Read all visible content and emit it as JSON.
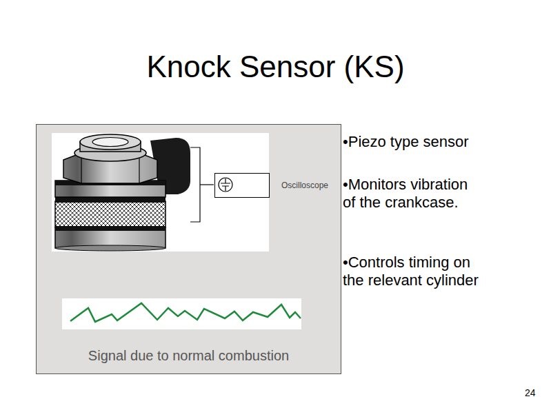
{
  "diagram": {
    "title": "Knock Sensor (KS)",
    "nodes": [
      {
        "text": [
          "Signal due to normal combustion"
        ]
      },
      {
        "text": [
          "Oscilloscope"
        ],
        "in": 0
      }
    ],
    "labels": [
      "•Piezo type sensor",
      "•Monitors vibration of the crankcase.",
      "•Controls timing on the relevant cylinder",
      "24"
    ]
  }
}
